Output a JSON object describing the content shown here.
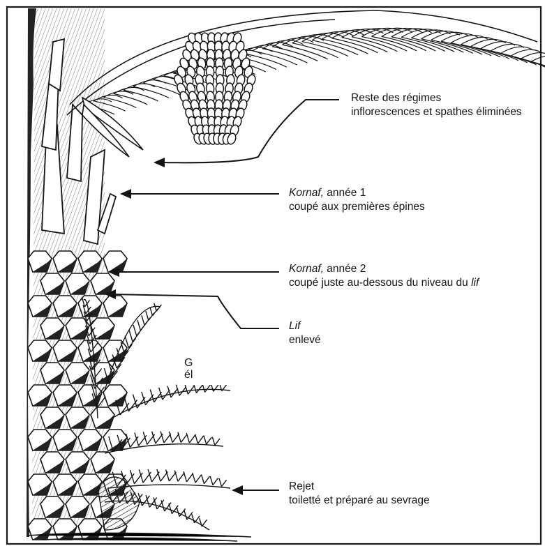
{
  "labels": [
    {
      "id": "residus",
      "line1": "Reste des régimes",
      "line2": "inflorescences et spathes éliminées"
    },
    {
      "id": "kornaf1",
      "line1_italic": "Kornaf,",
      "line1_rest": " année 1",
      "line2": "coupé aux premières épines"
    },
    {
      "id": "kornaf2",
      "line1_italic": "Kornaf,",
      "line1_rest": " année 2",
      "line2_plain": "coupé juste au-dessous du niveau du ",
      "line2_italic": "lif"
    },
    {
      "id": "lif",
      "line1_italic": "Lif",
      "line2": "enlevé"
    },
    {
      "id": "partial",
      "line1": "G",
      "line2": "él"
    },
    {
      "id": "rejet",
      "line1": "Rejet",
      "line2": "toiletté et préparé au sevrage"
    }
  ],
  "colors": {
    "ink": "#141414",
    "frame": "#1a1a1a",
    "background": "#ffffff"
  }
}
